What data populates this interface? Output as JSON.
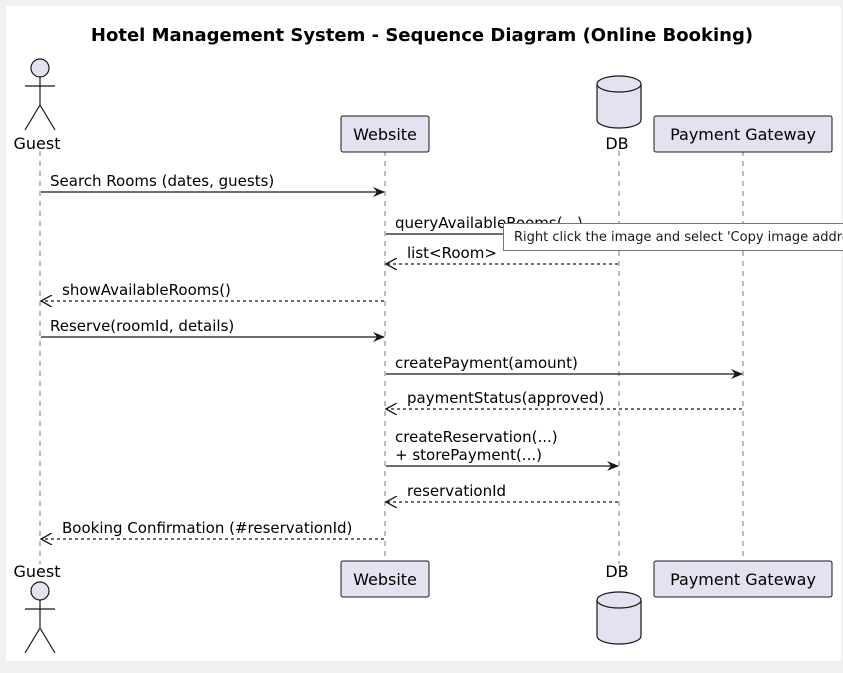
{
  "diagram": {
    "title": "Hotel Management System - Sequence Diagram (Online Booking)",
    "participants": [
      {
        "id": "guest",
        "label": "Guest",
        "kind": "actor"
      },
      {
        "id": "website",
        "label": "Website",
        "kind": "participant"
      },
      {
        "id": "db",
        "label": "DB",
        "kind": "database"
      },
      {
        "id": "gateway",
        "label": "Payment Gateway",
        "kind": "participant"
      }
    ],
    "messages": [
      {
        "from": "guest",
        "to": "website",
        "label": [
          "Search Rooms (dates, guests)"
        ],
        "style": "sync"
      },
      {
        "from": "website",
        "to": "db",
        "label": [
          "queryAvailableRooms(...)"
        ],
        "style": "sync"
      },
      {
        "from": "db",
        "to": "website",
        "label": [
          "list<Room>"
        ],
        "style": "return"
      },
      {
        "from": "website",
        "to": "guest",
        "label": [
          "showAvailableRooms()"
        ],
        "style": "return"
      },
      {
        "from": "guest",
        "to": "website",
        "label": [
          "Reserve(roomId, details)"
        ],
        "style": "sync"
      },
      {
        "from": "website",
        "to": "gateway",
        "label": [
          "createPayment(amount)"
        ],
        "style": "sync"
      },
      {
        "from": "gateway",
        "to": "website",
        "label": [
          "paymentStatus(approved)"
        ],
        "style": "return"
      },
      {
        "from": "website",
        "to": "db",
        "label": [
          "createReservation(...)",
          "+ storePayment(...)"
        ],
        "style": "sync"
      },
      {
        "from": "db",
        "to": "website",
        "label": [
          "reservationId"
        ],
        "style": "return"
      },
      {
        "from": "website",
        "to": "guest",
        "label": [
          "Booking Confirmation (#reservationId)"
        ],
        "style": "return"
      }
    ],
    "colors": {
      "participant_fill": "#e2e2f0",
      "participant_border": "#181818",
      "line": "#181818",
      "lifeline": "#777777"
    }
  },
  "tooltip": {
    "text": "Right click the image and select 'Copy image address' to copy the diagram URL"
  }
}
